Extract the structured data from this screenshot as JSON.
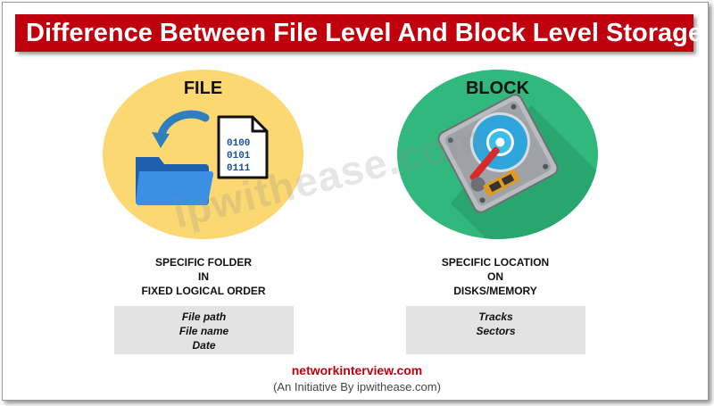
{
  "title": "Difference Between File Level And Block Level Storage",
  "file": {
    "label": "FILE",
    "binary": [
      "0100",
      "0101",
      "0111"
    ],
    "description": [
      "SPECIFIC FOLDER",
      "IN",
      "FIXED LOGICAL ORDER"
    ],
    "attributes": [
      "File path",
      "File name",
      "Date"
    ]
  },
  "block": {
    "label": "BLOCK",
    "description": [
      "SPECIFIC LOCATION",
      "ON",
      "DISKS/MEMORY"
    ],
    "attributes": [
      "Tracks",
      "Sectors"
    ]
  },
  "watermark": "ipwithease.com",
  "footer": {
    "site": "networkinterview.com",
    "tagline": "(An Initiative By ipwithease.com)"
  },
  "colors": {
    "banner": "#c0000c",
    "file_circle": "#fbd872",
    "block_circle": "#31b87c",
    "folder": "#2b7fd6",
    "arrow": "#2f7fbf"
  },
  "icons": [
    "folder-icon",
    "document-icon",
    "rotate-arrow-icon",
    "hard-disk-icon"
  ]
}
